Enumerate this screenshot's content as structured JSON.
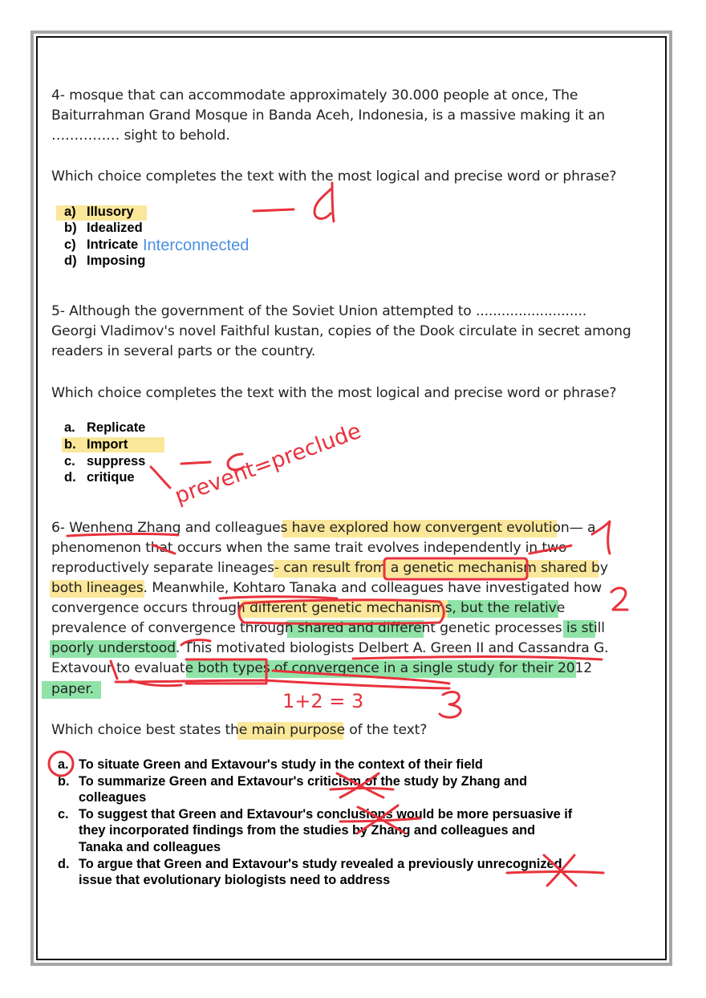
{
  "q4": {
    "lines": [
      "4- mosque that can accommodate approximately 30.000 people at once, The",
      "Baiturrahman Grand Mosque in Banda Aceh, Indonesia, is a massive making it an",
      "…………… sight to behold."
    ],
    "prompt": "Which choice completes the text with the most logical and precise word or phrase?",
    "options": [
      {
        "label": "a)",
        "text": "Illusory"
      },
      {
        "label": "b)",
        "text": "Idealized"
      },
      {
        "label": "c)",
        "text": "Intricate"
      },
      {
        "label": "d)",
        "text": "Imposing"
      }
    ],
    "typed_note": "Interconnected",
    "typed_note_color": "#4a90e2",
    "handwritten_answer": "— d"
  },
  "q5": {
    "lines": [
      "5- Although the government of the Soviet Union attempted to ..........................",
      "Georgi Vladimov's novel Faithful kustan, copies of the Dook circulate in secret among",
      "readers in several parts or the country."
    ],
    "prompt": "Which choice completes the text with the most logical and precise word or phrase?",
    "options": [
      {
        "label": "a.",
        "text": "Replicate"
      },
      {
        "label": "b.",
        "text": "Import"
      },
      {
        "label": "c.",
        "text": "suppress"
      },
      {
        "label": "d.",
        "text": "critique"
      }
    ],
    "handwritten_answer": "— c",
    "handwritten_note": "prevent=preclude"
  },
  "q6": {
    "lines": [
      "6- Wenheng Zhang and colleagues have explored how convergent evolution— a",
      "phenomenon that occurs when the same trait evolves independently in two",
      "reproductively separate lineages- can result from a genetic mechanism shared by",
      "both lineages. Meanwhile, Kohtaro Tanaka and colleagues have investigated how",
      "convergence occurs through different genetic mechanisms, but the relative",
      "prevalence of convergence through shared and different genetic processes is still",
      "poorly understood. This motivated biologists Delbert A. Green II and Cassandra G.",
      "Extavour to evaluate both types of convergence in a single study for their 2012",
      "paper."
    ],
    "prompt": "Which choice best states the main purpose of the text?",
    "answers": [
      {
        "label": "a.",
        "lines": [
          "To situate Green and Extavour's study in the context of their field"
        ]
      },
      {
        "label": "b.",
        "lines": [
          "To summarize Green and Extavour's criticism of the study by Zhang and",
          "colleagues"
        ]
      },
      {
        "label": "c.",
        "lines": [
          "To suggest that Green and Extavour's conclusions would be more persuasive if",
          "they incorporated findings from the studies by Zhang and colleagues and",
          "Tanaka and colleagues"
        ]
      },
      {
        "label": "d.",
        "lines": [
          "To argue that Green and Extavour's study revealed a previously unrecognized",
          "issue that evolutionary biologists need to address"
        ]
      }
    ],
    "handwritten_marks": [
      "1",
      "2",
      "3",
      "1+2 = 3"
    ]
  },
  "colors": {
    "highlight_yellow": "#fbe79a",
    "highlight_green": "#8fe3a7",
    "ink_red": "#e8323c",
    "frame_gray": "#a6a6a6"
  }
}
